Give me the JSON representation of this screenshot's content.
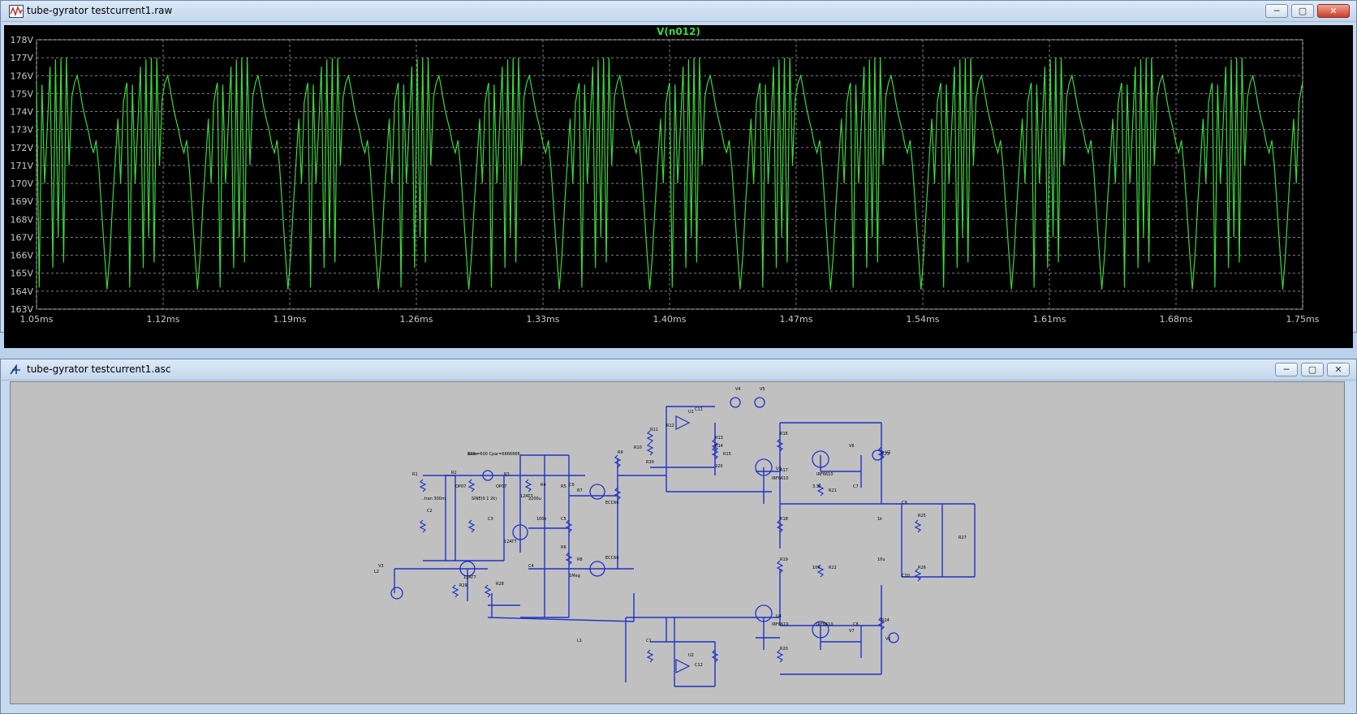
{
  "plot_window": {
    "title": "tube-gyrator testcurrent1.raw",
    "min_label": "─",
    "max_label": "▢",
    "close_label": "✕"
  },
  "schematic_window": {
    "title": "tube-gyrator testcurrent1.asc",
    "min_label": "─",
    "max_label": "▢",
    "close_label": "✕"
  },
  "chart_data": {
    "type": "line",
    "title": "V(n012)",
    "y_ticks": [
      "178V",
      "177V",
      "176V",
      "175V",
      "174V",
      "173V",
      "172V",
      "171V",
      "170V",
      "169V",
      "168V",
      "167V",
      "166V",
      "165V",
      "164V",
      "163V"
    ],
    "x_ticks": [
      "1.05ms",
      "1.12ms",
      "1.19ms",
      "1.26ms",
      "1.33ms",
      "1.40ms",
      "1.47ms",
      "1.54ms",
      "1.61ms",
      "1.68ms",
      "1.75ms"
    ],
    "ylim": [
      163,
      178
    ],
    "xlim": [
      1.05,
      1.75
    ],
    "grid": true,
    "colors": {
      "trace": "#3ad83a",
      "title": "#3ad83a",
      "grid": "#808080",
      "axis_text": "#c8c8c8"
    },
    "period_ms": 0.05,
    "series": [
      {
        "name": "V(n012)",
        "cycle_points": [
          [
            0.0,
            175.6
          ],
          [
            0.0015,
            164.2
          ],
          [
            0.003,
            175.5
          ],
          [
            0.0045,
            170.0
          ],
          [
            0.006,
            173.2
          ],
          [
            0.0075,
            176.5
          ],
          [
            0.009,
            165.3
          ],
          [
            0.0105,
            176.9
          ],
          [
            0.012,
            167.0
          ],
          [
            0.0135,
            177.0
          ],
          [
            0.015,
            165.6
          ],
          [
            0.0165,
            177.0
          ],
          [
            0.018,
            171.0
          ],
          [
            0.0195,
            174.8
          ],
          [
            0.021,
            175.6
          ],
          [
            0.0225,
            176.0
          ],
          [
            0.024,
            175.2
          ],
          [
            0.0255,
            174.3
          ],
          [
            0.027,
            173.6
          ],
          [
            0.0285,
            173.0
          ],
          [
            0.03,
            172.2
          ],
          [
            0.0315,
            171.7
          ],
          [
            0.033,
            172.4
          ],
          [
            0.0345,
            170.8
          ],
          [
            0.036,
            168.5
          ],
          [
            0.0375,
            166.2
          ],
          [
            0.039,
            164.1
          ],
          [
            0.0405,
            166.0
          ],
          [
            0.042,
            168.8
          ],
          [
            0.0435,
            171.2
          ],
          [
            0.045,
            173.6
          ],
          [
            0.0465,
            170.0
          ],
          [
            0.048,
            174.5
          ],
          [
            0.0495,
            175.4
          ]
        ]
      }
    ]
  },
  "schematic": {
    "labels": [
      "Rser=600 Cpar=6666666",
      "Rser=600 Cpar=66666666",
      "V1",
      "V2",
      "V3",
      "V4",
      "V5",
      "V6",
      "V7",
      "U1",
      "U2",
      "U3",
      "U4",
      "12AT7",
      "12AT7",
      "12AT7",
      "ECC66",
      "ECC66",
      "IRF6610",
      "IRF6610",
      "IRF6610",
      "IRF6610",
      "R1",
      "R2",
      "R3",
      "R4",
      "R5",
      "R6",
      "R7",
      "R8",
      "R9",
      "R10",
      "R11",
      "R12",
      "R13",
      "R14",
      "R15",
      "R16",
      "R17",
      "R18",
      "R19",
      "R20",
      "R21",
      "R22",
      "R23",
      "R24",
      "R25",
      "R26",
      "R27",
      "R28",
      "R29",
      "R30",
      "C1",
      "C2",
      "C3",
      "C4",
      "C5",
      "C6",
      "C7",
      "C8",
      "C9",
      "C10",
      "C11",
      "C12",
      "L1",
      "L2",
      "OP07",
      "OP07",
      ".tran 300m",
      "SINE(0 1 2k)",
      "2200u",
      "100k",
      "1Meg",
      "220",
      "3.3k",
      "10k",
      "1k",
      "10u",
      "100n"
    ]
  }
}
